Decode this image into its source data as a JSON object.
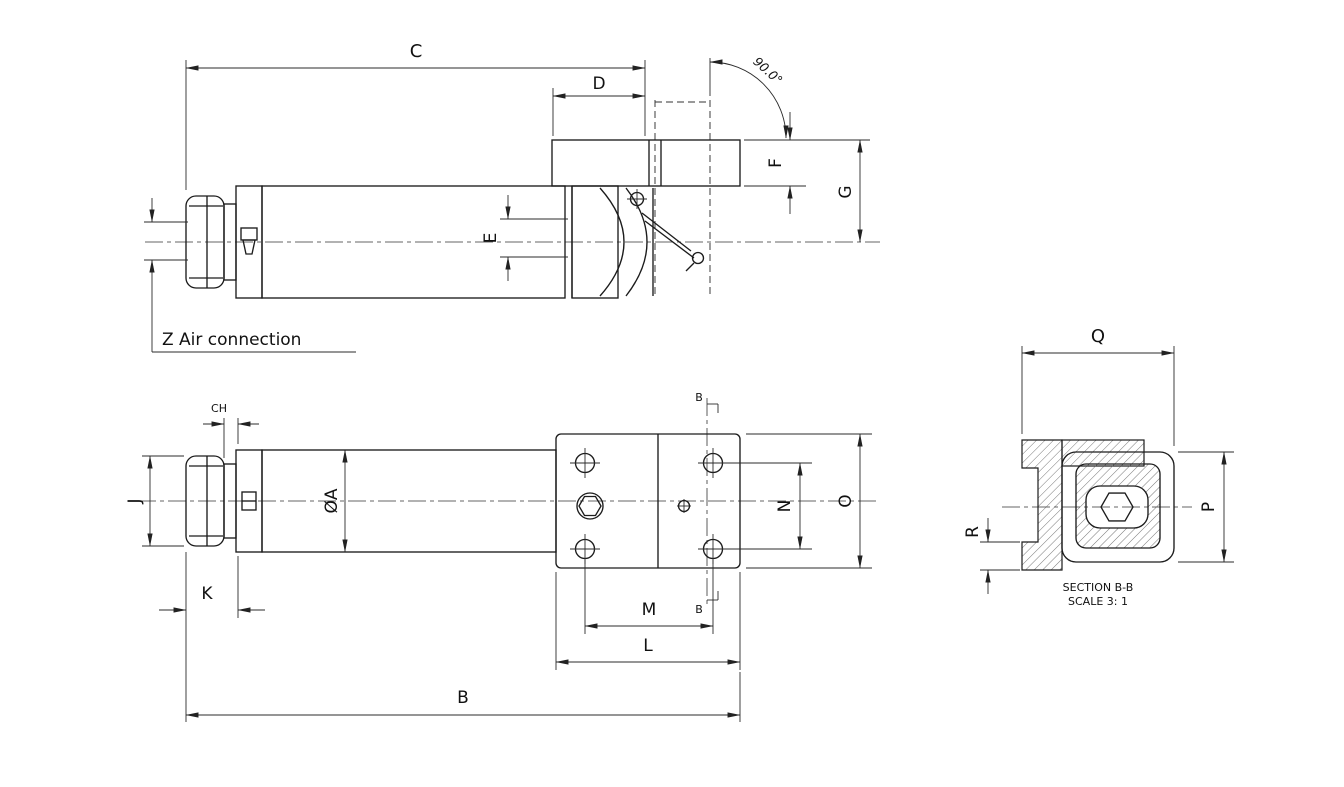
{
  "side_view": {
    "dims": {
      "c": "C",
      "d": "D",
      "e": "E",
      "f": "F",
      "g": "G"
    },
    "angle_label": "90.0°",
    "air_label": "Z Air connection"
  },
  "plan_view": {
    "dims": {
      "ch": "CH",
      "j": "J",
      "k": "K",
      "dia_a": "ØA",
      "m": "M",
      "l": "L",
      "b": "B",
      "n": "N",
      "o": "O"
    },
    "section_marker": "B"
  },
  "section_view": {
    "dims": {
      "q": "Q",
      "p": "P",
      "r": "R"
    },
    "title": "SECTION B-B",
    "scale": "SCALE 3: 1"
  },
  "colors": {
    "line": "#1c1c1c",
    "background": "#ffffff"
  }
}
